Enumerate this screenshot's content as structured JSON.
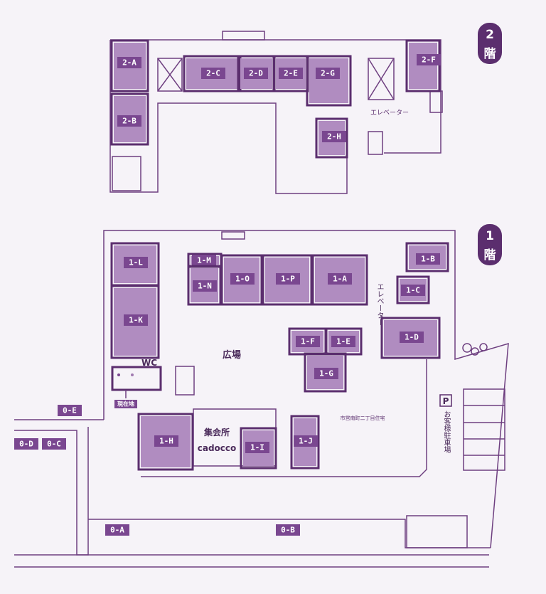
{
  "floors": {
    "f2": {
      "number": "2",
      "suffix": "階"
    },
    "f1": {
      "number": "1",
      "suffix": "階"
    }
  },
  "rooms": [
    "2-A",
    "2-B",
    "2-C",
    "2-D",
    "2-E",
    "2-G",
    "2-F",
    "2-H",
    "1-L",
    "1-K",
    "1-M",
    "1-N",
    "1-O",
    "1-P",
    "1-A",
    "1-B",
    "1-C",
    "1-D",
    "1-F",
    "1-E",
    "1-G",
    "1-H",
    "1-I",
    "1-J",
    "0-E",
    "0-D",
    "0-C",
    "0-A",
    "0-B"
  ],
  "labels": {
    "elevator_2f": "エレベーター",
    "elevator_1f": "エレベーター",
    "plaza": "広場",
    "wc": "WC",
    "current_location": "現在地",
    "hall_name": "集会所",
    "hall_subname": "cadocco",
    "housing": "市営南町二丁目住宅",
    "parking_sign": "P",
    "parking": "お客様駐車場"
  },
  "colors": {
    "wall": "#5b2e6e",
    "room": "#b08cc0",
    "tag": "#7a4790",
    "background": "#f6f3f8"
  }
}
